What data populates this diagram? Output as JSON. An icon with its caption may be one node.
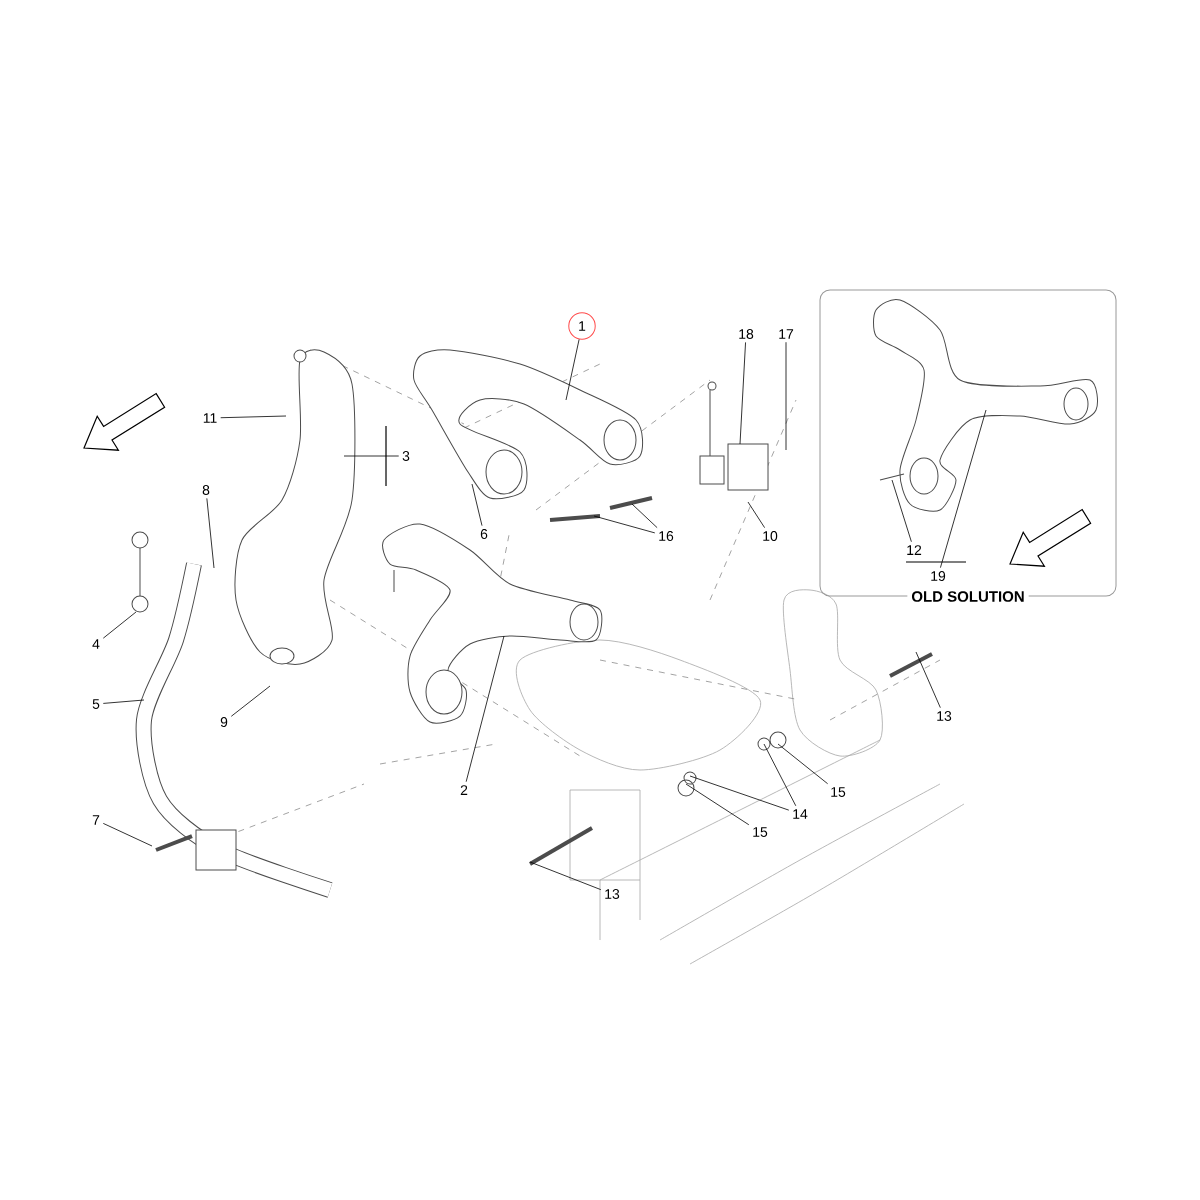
{
  "diagram": {
    "nodes": [
      {
        "text": [
          "1"
        ]
      },
      {
        "text": [
          "2"
        ]
      },
      {
        "text": [
          "3"
        ]
      },
      {
        "text": [
          "4"
        ]
      },
      {
        "text": [
          "5"
        ]
      },
      {
        "text": [
          "6"
        ]
      },
      {
        "text": [
          "7"
        ]
      },
      {
        "text": [
          "8"
        ]
      },
      {
        "text": [
          "9"
        ]
      },
      {
        "text": [
          "10"
        ]
      },
      {
        "text": [
          "11"
        ]
      },
      {
        "text": [
          "13"
        ]
      },
      {
        "text": [
          "13"
        ]
      },
      {
        "text": [
          "14"
        ]
      },
      {
        "text": [
          "15"
        ]
      },
      {
        "text": [
          "15"
        ]
      },
      {
        "text": [
          "16"
        ]
      },
      {
        "text": [
          "17"
        ]
      },
      {
        "text": [
          "18"
        ]
      },
      {
        "text": [
          "OLD SOLUTION"
        ]
      },
      {
        "text": [
          "12"
        ],
        "in": 19
      },
      {
        "text": [
          "19"
        ],
        "in": 19
      }
    ],
    "edges": [
      {
        "from": 0,
        "to": null,
        "arrow": "none"
      },
      {
        "from": 1,
        "to": null,
        "arrow": "none"
      },
      {
        "from": 2,
        "to": null,
        "arrow": "none"
      },
      {
        "from": 3,
        "to": null,
        "arrow": "none"
      },
      {
        "from": 4,
        "to": null,
        "arrow": "none"
      },
      {
        "from": 5,
        "to": null,
        "arrow": "none"
      },
      {
        "from": 6,
        "to": null,
        "arrow": "none"
      },
      {
        "from": 7,
        "to": null,
        "arrow": "none"
      },
      {
        "from": 8,
        "to": null,
        "arrow": "none"
      },
      {
        "from": 9,
        "to": null,
        "arrow": "none"
      },
      {
        "from": 10,
        "to": null,
        "arrow": "none"
      },
      {
        "from": 11,
        "to": null,
        "arrow": "none"
      },
      {
        "from": 12,
        "to": null,
        "arrow": "none"
      },
      {
        "from": 13,
        "to": null,
        "arrow": "none"
      },
      {
        "from": 13,
        "to": null,
        "arrow": "none"
      },
      {
        "from": 14,
        "to": null,
        "arrow": "none"
      },
      {
        "from": 15,
        "to": null,
        "arrow": "none"
      },
      {
        "from": 16,
        "to": null,
        "arrow": "none"
      },
      {
        "from": 16,
        "to": null,
        "arrow": "none"
      },
      {
        "from": 17,
        "to": null,
        "arrow": "none"
      },
      {
        "from": 18,
        "to": null,
        "arrow": "none"
      },
      {
        "from": 20,
        "to": null,
        "arrow": "none"
      },
      {
        "from": 21,
        "to": null,
        "arrow": "none"
      }
    ]
  }
}
